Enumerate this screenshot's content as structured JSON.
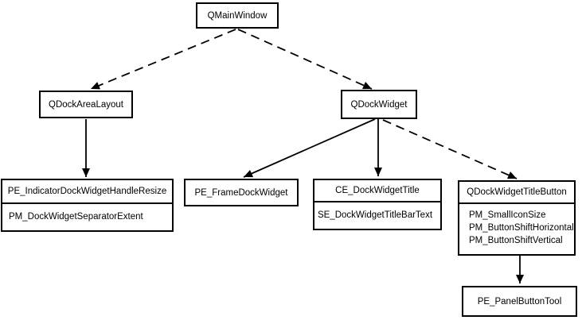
{
  "diagram": {
    "type": "class-hierarchy-tree",
    "background_color": "#ffffff",
    "line_color": "#000000",
    "text_color": "#000000",
    "nodes": {
      "qmainwindow": {
        "title": "QMainWindow"
      },
      "qdockarealayout": {
        "title": "QDockAreaLayout"
      },
      "qdockwidget": {
        "title": "QDockWidget"
      },
      "dockarealayout_style_elements": {
        "title": "PE_IndicatorDockWidgetHandleResize",
        "attrs": [
          "PM_DockWidgetSeparatorExtent"
        ]
      },
      "pe_framedockwidget": {
        "title": "PE_FrameDockWidget"
      },
      "ce_dockwidgettitle": {
        "title": "CE_DockWidgetTitle",
        "attrs": [
          "SE_DockWidgetTitleBarText"
        ]
      },
      "qdockwidgettitlebutton": {
        "title": "QDockWidgetTitleButton",
        "attrs": [
          "PM_SmallIconSize",
          "PM_ButtonShiftHorizontal",
          "PM_ButtonShiftVertical"
        ]
      },
      "pe_panelbuttontool": {
        "title": "PE_PanelButtonTool"
      }
    },
    "edges": [
      {
        "from": "QMainWindow",
        "to": "QDockAreaLayout",
        "style": "dashed"
      },
      {
        "from": "QMainWindow",
        "to": "QDockWidget",
        "style": "dashed"
      },
      {
        "from": "QDockAreaLayout",
        "to": "PE_IndicatorDockWidgetHandleResize",
        "style": "solid"
      },
      {
        "from": "QDockWidget",
        "to": "PE_FrameDockWidget",
        "style": "solid"
      },
      {
        "from": "QDockWidget",
        "to": "CE_DockWidgetTitle",
        "style": "solid"
      },
      {
        "from": "QDockWidget",
        "to": "QDockWidgetTitleButton",
        "style": "dashed"
      },
      {
        "from": "QDockWidgetTitleButton",
        "to": "PE_PanelButtonTool",
        "style": "solid"
      }
    ]
  }
}
